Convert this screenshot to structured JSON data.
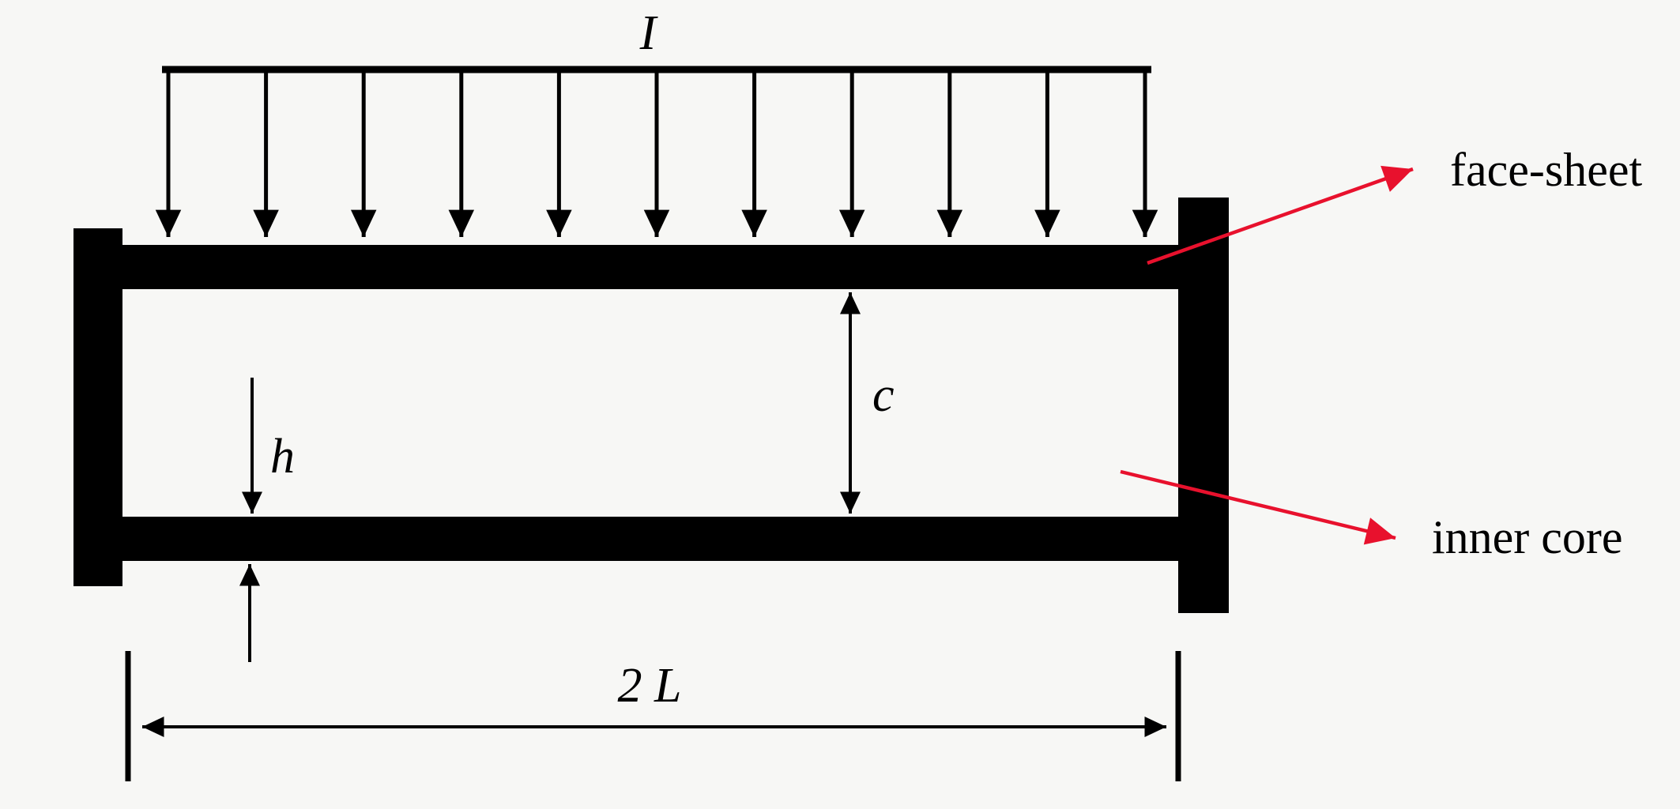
{
  "canvas": {
    "background": "#f7f7f5",
    "ink_color": "#000000",
    "accent_red": "#e8112d"
  },
  "load": {
    "label": "I",
    "arrow_count": 11
  },
  "dimensions": {
    "core_thickness_label": "c",
    "face_thickness_label": "h",
    "span_label": "2 L"
  },
  "callouts": {
    "face_sheet_label": "face-sheet",
    "inner_core_label": "inner core"
  }
}
